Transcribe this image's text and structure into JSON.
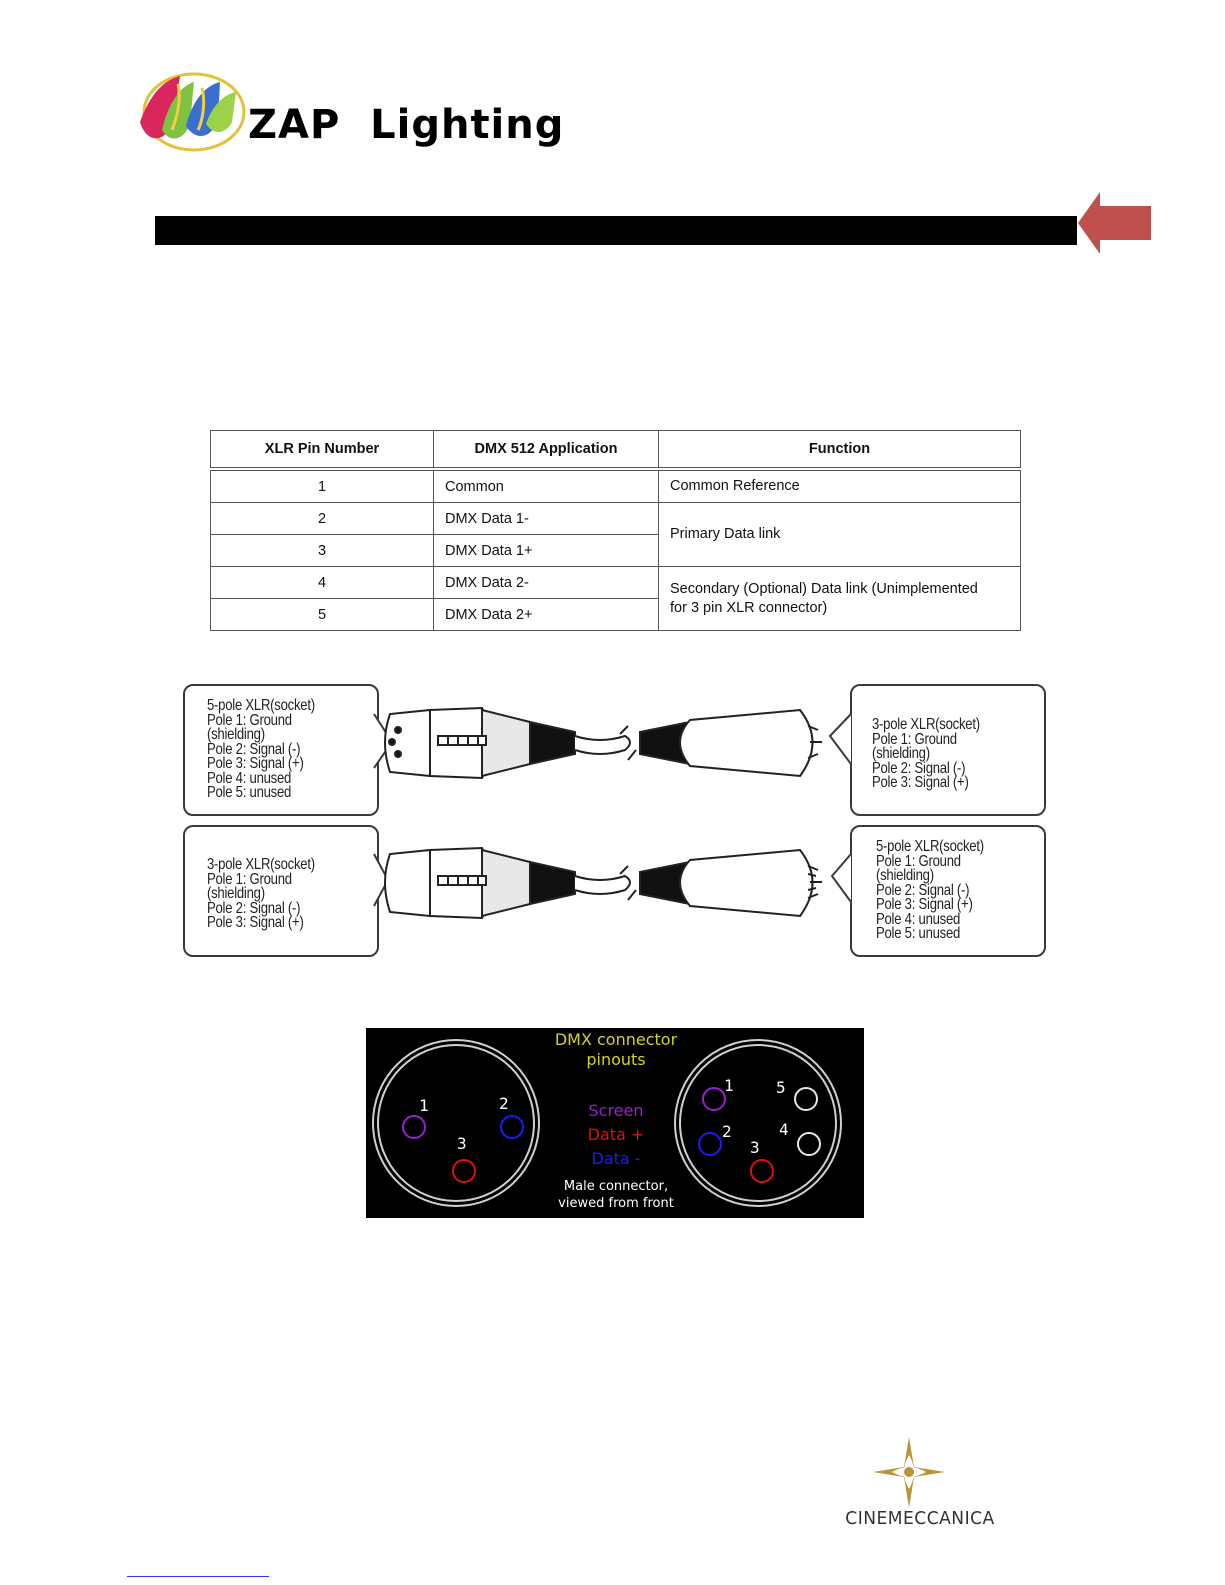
{
  "header": {
    "brand_name": "ZAP  Lighting",
    "logo_icon": "zap-lighting-brush-logo",
    "back_icon": "left-arrow-icon",
    "arrow_color": "#c0504d"
  },
  "table": {
    "headers": [
      "XLR Pin Number",
      "DMX 512 Application",
      "Function"
    ],
    "rows": [
      {
        "pin": "1",
        "application": "Common",
        "function": "Common Reference"
      },
      {
        "pin": "2",
        "application": "DMX Data 1-",
        "function": "Primary Data link"
      },
      {
        "pin": "3",
        "application": "DMX Data 1+"
      },
      {
        "pin": "4",
        "application": "DMX Data 2-",
        "function_line1": "Secondary (Optional) Data link (Unimplemented",
        "function_line2": "for 3 pin XLR connector)"
      },
      {
        "pin": "5",
        "application": "DMX Data 2+"
      }
    ]
  },
  "cables": {
    "top_left": [
      "5-pole XLR(socket)",
      "Pole 1: Ground",
      "(shielding)",
      "Pole 2: Signal (-)",
      "Pole 3: Signal (+)",
      "Pole 4: unused",
      "Pole 5: unused"
    ],
    "top_right": [
      "3-pole XLR(socket)",
      "Pole 1: Ground",
      "(shielding)",
      "Pole 2: Signal (-)",
      "Pole 3: Signal (+)"
    ],
    "bottom_left": [
      "3-pole XLR(socket)",
      "Pole 1: Ground",
      "(shielding)",
      "Pole 2: Signal (-)",
      "Pole 3: Signal (+)"
    ],
    "bottom_right": [
      "5-pole XLR(socket)",
      "Pole 1: Ground",
      "(shielding)",
      "Pole 2: Signal (-)",
      "Pole 3: Signal (+)",
      "Pole 4: unused",
      "Pole 5: unused"
    ]
  },
  "pinout": {
    "title_line1": "DMX connector",
    "title_line2": "pinouts",
    "legend": [
      {
        "label": "Screen",
        "color": "#9a1fd0"
      },
      {
        "label": "Data +",
        "color": "#e01010"
      },
      {
        "label": "Data -",
        "color": "#1a1aff"
      }
    ],
    "caption_line1": "Male connector,",
    "caption_line2": "viewed from front",
    "pins_3": [
      "1",
      "2",
      "3"
    ],
    "pins_5": [
      "1",
      "2",
      "3",
      "4",
      "5"
    ]
  },
  "footer": {
    "brand_name": "CINEMECCANICA",
    "logo_icon": "cinemeccanica-star-logo",
    "gold_color": "#b8943a"
  }
}
